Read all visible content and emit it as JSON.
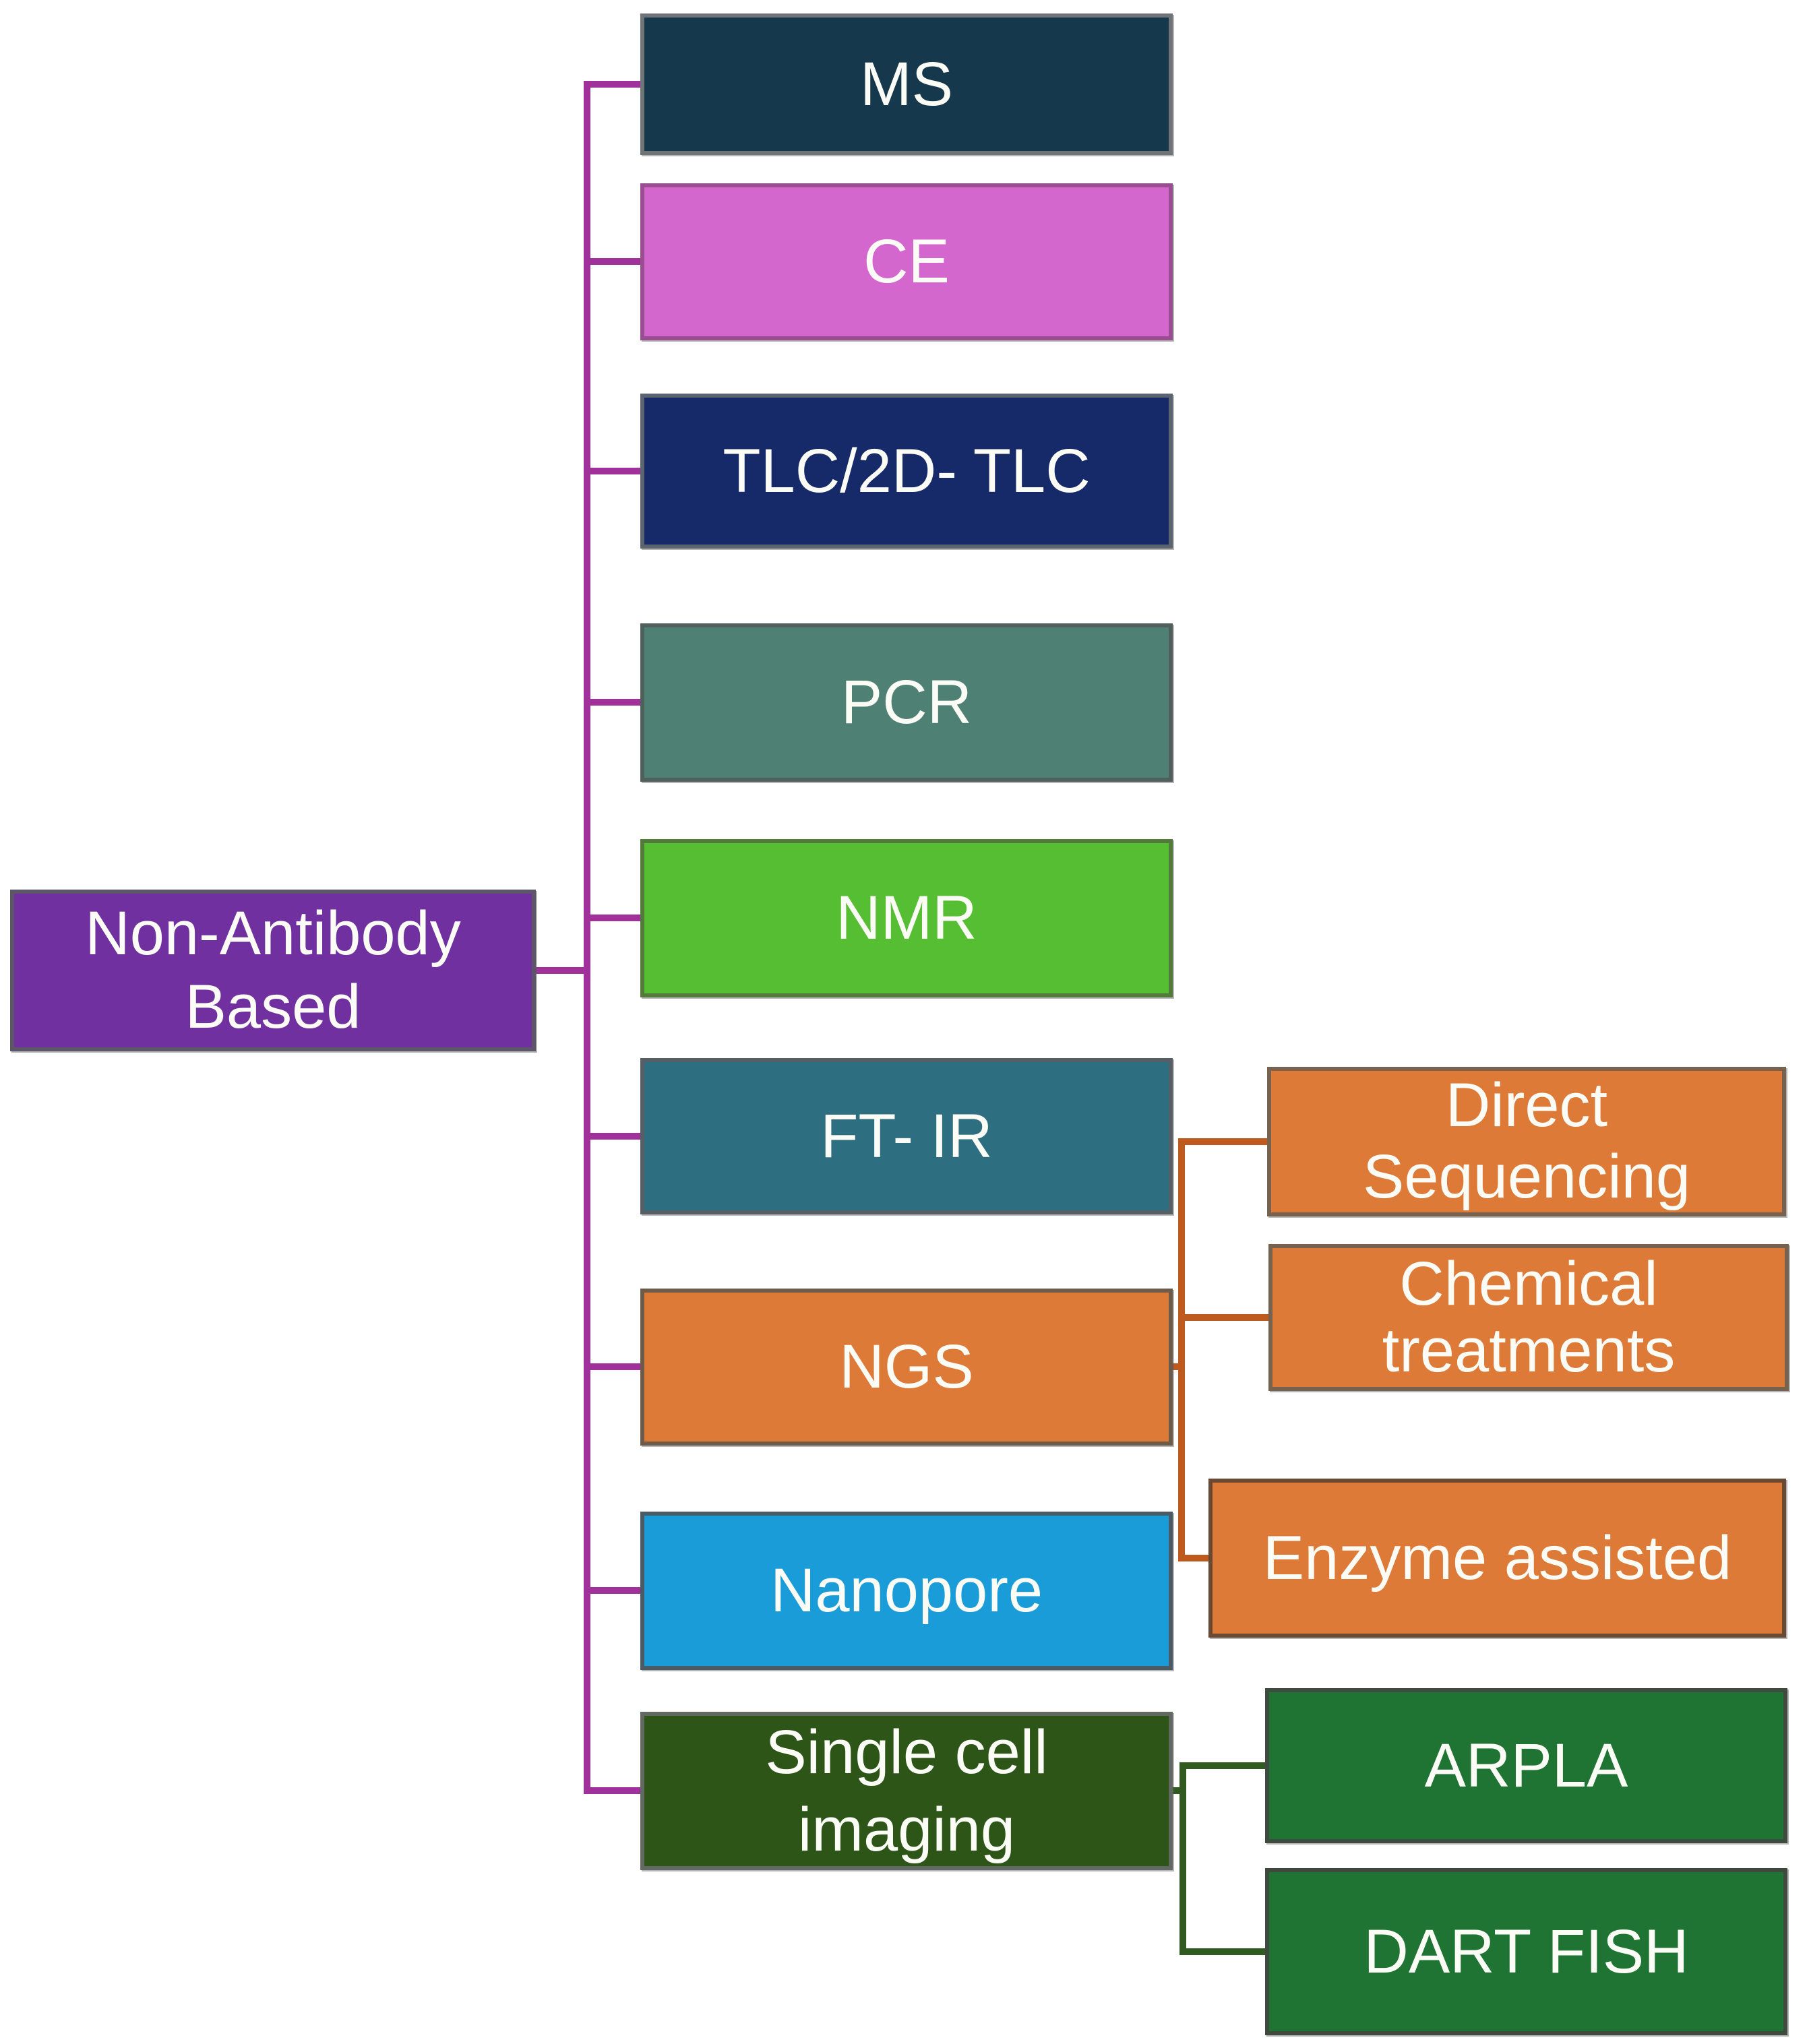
{
  "diagram": {
    "background": "#FFFFFF",
    "text_color": "#FCFCF7",
    "root": {
      "line1": "Non-Antibody",
      "line2": "Based",
      "fill": "#7030A0",
      "border": "#5C5668"
    },
    "nodes": {
      "ms": {
        "label": "MS",
        "fill": "#16384C",
        "border": "#6F7477"
      },
      "ce": {
        "label": "CE",
        "fill": "#D467CE",
        "border": "#9A4E92"
      },
      "tlc": {
        "label": "TLC/2D- TLC",
        "fill": "#162968",
        "border": "#5C6470"
      },
      "pcr": {
        "label": "PCR",
        "fill": "#4E8174",
        "border": "#4F5F5B"
      },
      "nmr": {
        "label": "NMR",
        "fill": "#56BE33",
        "border": "#527A3B"
      },
      "ftir": {
        "label": "FT- IR",
        "fill": "#2D6F80",
        "border": "#565E66"
      },
      "ngs": {
        "label": "NGS",
        "fill": "#DE7A37",
        "border": "#6E5A49"
      },
      "nanopore": {
        "label": "Nanopore",
        "fill": "#199CD8",
        "border": "#4A5B66"
      },
      "single_cell": {
        "line1": "Single cell",
        "line2": "imaging",
        "fill": "#2E5518",
        "border": "#626862"
      },
      "direct_sequencing": {
        "line1": "Direct",
        "line2": "Sequencing",
        "fill": "#DE7A37",
        "border": "#77614F"
      },
      "chemical_treatments": {
        "line1": "Chemical",
        "line2": "treatments",
        "fill": "#DE7A37",
        "border": "#77614F"
      },
      "enzyme_assisted": {
        "label": "Enzyme assisted",
        "fill": "#DE7A37",
        "border": "#6B4A33"
      },
      "arpla": {
        "label": "ARPLA",
        "fill": "#1F7434",
        "border": "#3F4A3F"
      },
      "dart_fish": {
        "label": "DART FISH",
        "fill": "#1F7434",
        "border": "#3F4A3F"
      }
    },
    "connectors": {
      "trunk_color": "#A0309A",
      "ngs_branch_color": "#BF5A1E",
      "single_cell_branch_color": "#315A21"
    }
  }
}
